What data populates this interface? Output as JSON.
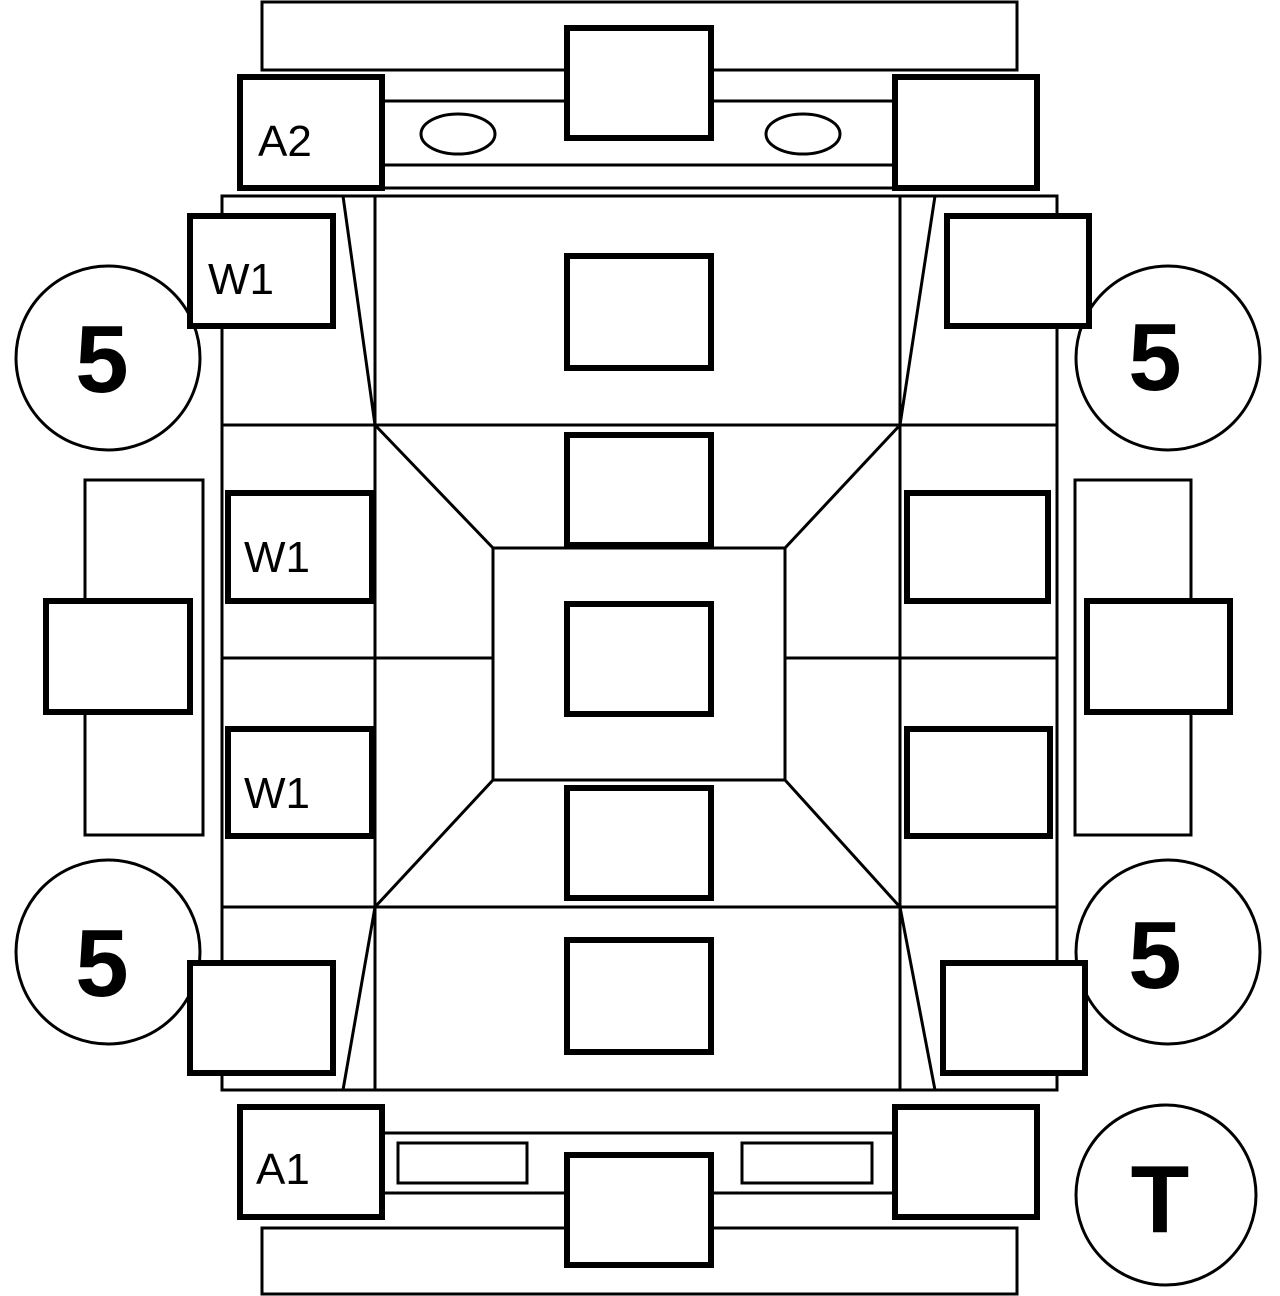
{
  "labels": {
    "a2": "A2",
    "a1": "A1",
    "w1_top": "W1",
    "w1_mid_upper": "W1",
    "w1_mid_lower": "W1",
    "circle_top_left": "5",
    "circle_top_right": "5",
    "circle_bottom_left": "5",
    "circle_bottom_right": "5",
    "circle_t": "T"
  }
}
